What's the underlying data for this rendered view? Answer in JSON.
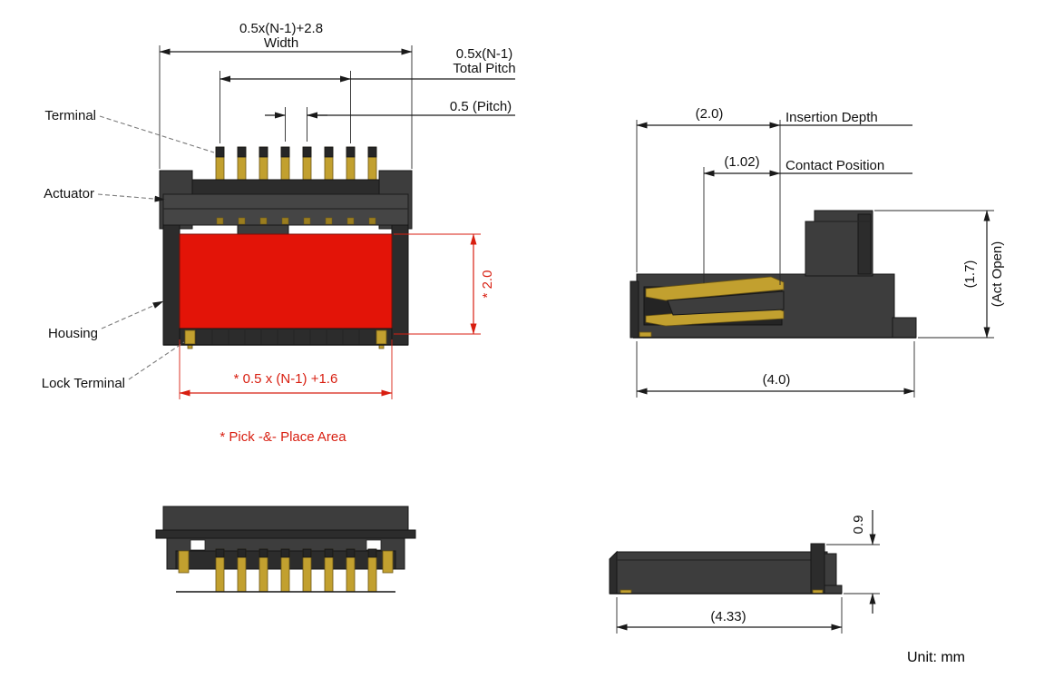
{
  "unit_note": "Unit: mm",
  "colors": {
    "accent_red": "#d81e10",
    "pick_place_red": "#e31408",
    "terminal_gold": "#c2a02f",
    "housing_gray": "#3d3d3d"
  },
  "front_view": {
    "part_labels": {
      "terminal": "Terminal",
      "actuator": "Actuator",
      "housing": "Housing",
      "lock_terminal": "Lock Terminal"
    },
    "dimensions": {
      "width_formula": "0.5x(N-1)+2.8",
      "width_caption": "Width",
      "total_pitch_formula": "0.5x(N-1)",
      "total_pitch_caption": "Total Pitch",
      "pitch": "0.5 (Pitch)",
      "pnp_height": "* 2.0",
      "pnp_width": "* 0.5 x (N-1) +1.6",
      "pnp_note": "* Pick -&- Place Area"
    }
  },
  "side_view": {
    "dimensions": {
      "insertion_depth_value": "(2.0)",
      "insertion_depth_label": "Insertion Depth",
      "contact_position_value": "(1.02)",
      "contact_position_label": "Contact Position",
      "open_height_value": "(1.7)",
      "open_height_label": "(Act Open)",
      "overall_length": "(4.0)"
    }
  },
  "closed_side_view": {
    "dimensions": {
      "height": "0.9",
      "overall_length": "(4.33)"
    }
  }
}
